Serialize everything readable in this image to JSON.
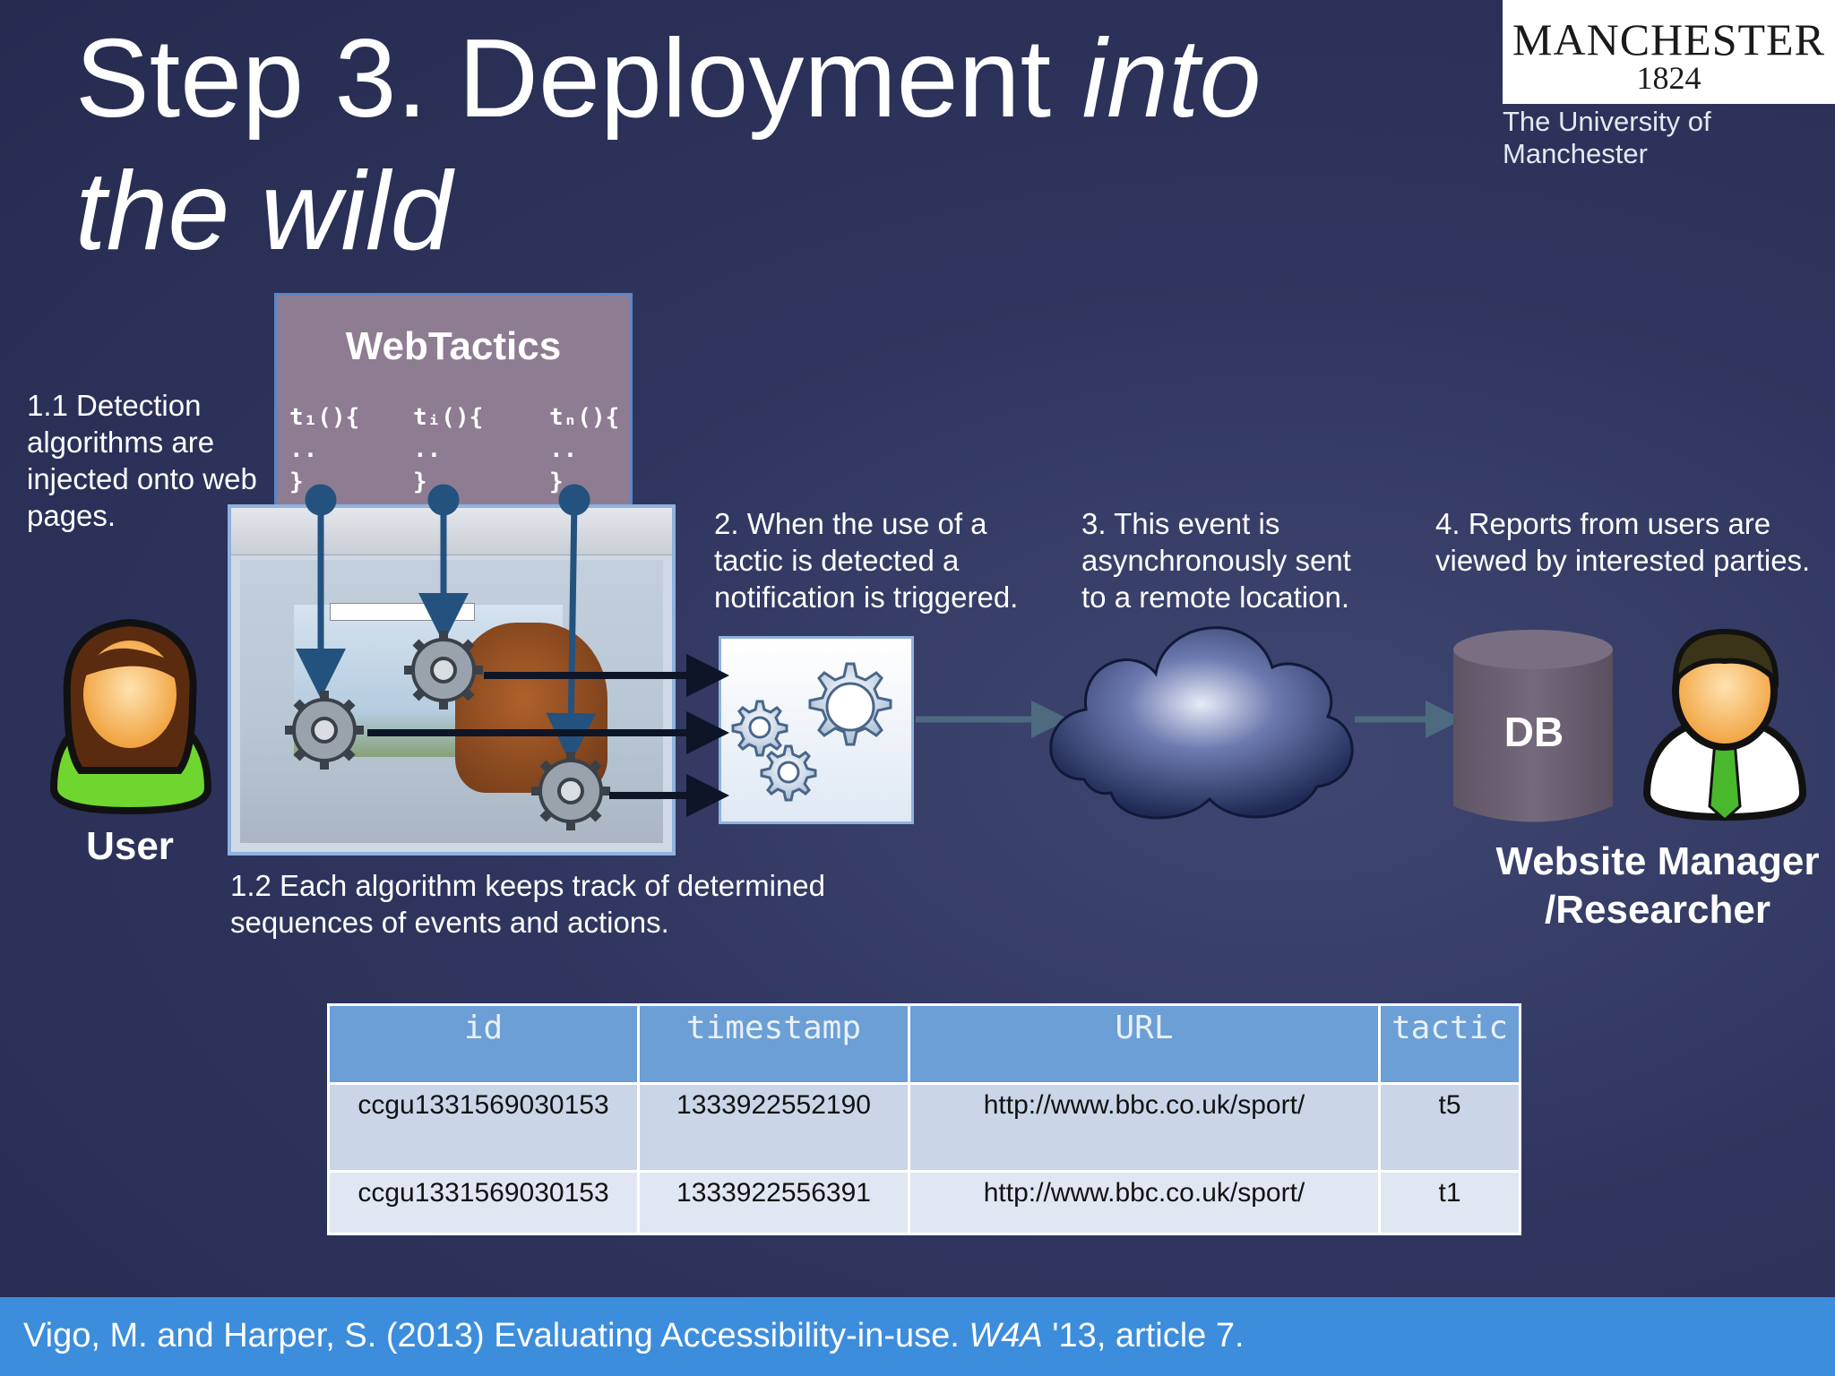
{
  "slide": {
    "title_regular": "Step 3. Deployment ",
    "title_italic": "into the wild"
  },
  "logo": {
    "name": "MANCHESTER",
    "year": "1824",
    "subtitle": "The University of Manchester"
  },
  "webtactics": {
    "title": "WebTactics",
    "functions": [
      "t₁(){\n..\n}",
      "tᵢ(){\n..\n}",
      "tₙ(){\n..\n}"
    ]
  },
  "labels": {
    "step_1_1": "1.1 Detection algorithms are injected onto web pages.",
    "step_1_2": "1.2 Each algorithm keeps track of determined sequences of events and actions.",
    "step_2": "2. When the use of a tactic is detected a notification is triggered.",
    "step_3": "3. This event is asynchronously sent to a remote location.",
    "step_4": "4. Reports from users are viewed by interested parties.",
    "user": "User",
    "db": "DB",
    "manager": "Website Manager /Researcher"
  },
  "table": {
    "headers": [
      "id",
      "timestamp",
      "URL",
      "tactic"
    ],
    "rows": [
      [
        "ccgu1331569030153",
        "1333922552190",
        "http://www.bbc.co.uk/sport/",
        "t5"
      ],
      [
        "ccgu1331569030153",
        "1333922556391",
        "http://www.bbc.co.uk/sport/",
        "t1"
      ]
    ]
  },
  "footer": {
    "citation_start": "Vigo, M. and Harper, S. (2013) Evaluating Accessibility-in-use. ",
    "citation_venue": "W4A",
    "citation_end": " '13, article 7."
  },
  "colors": {
    "background": "#2f355e",
    "footer": "#3d8ddd",
    "webtactics_box": "#8e7c93",
    "arrow_blue": "#23527f",
    "table_header": "#6b9fd6"
  }
}
